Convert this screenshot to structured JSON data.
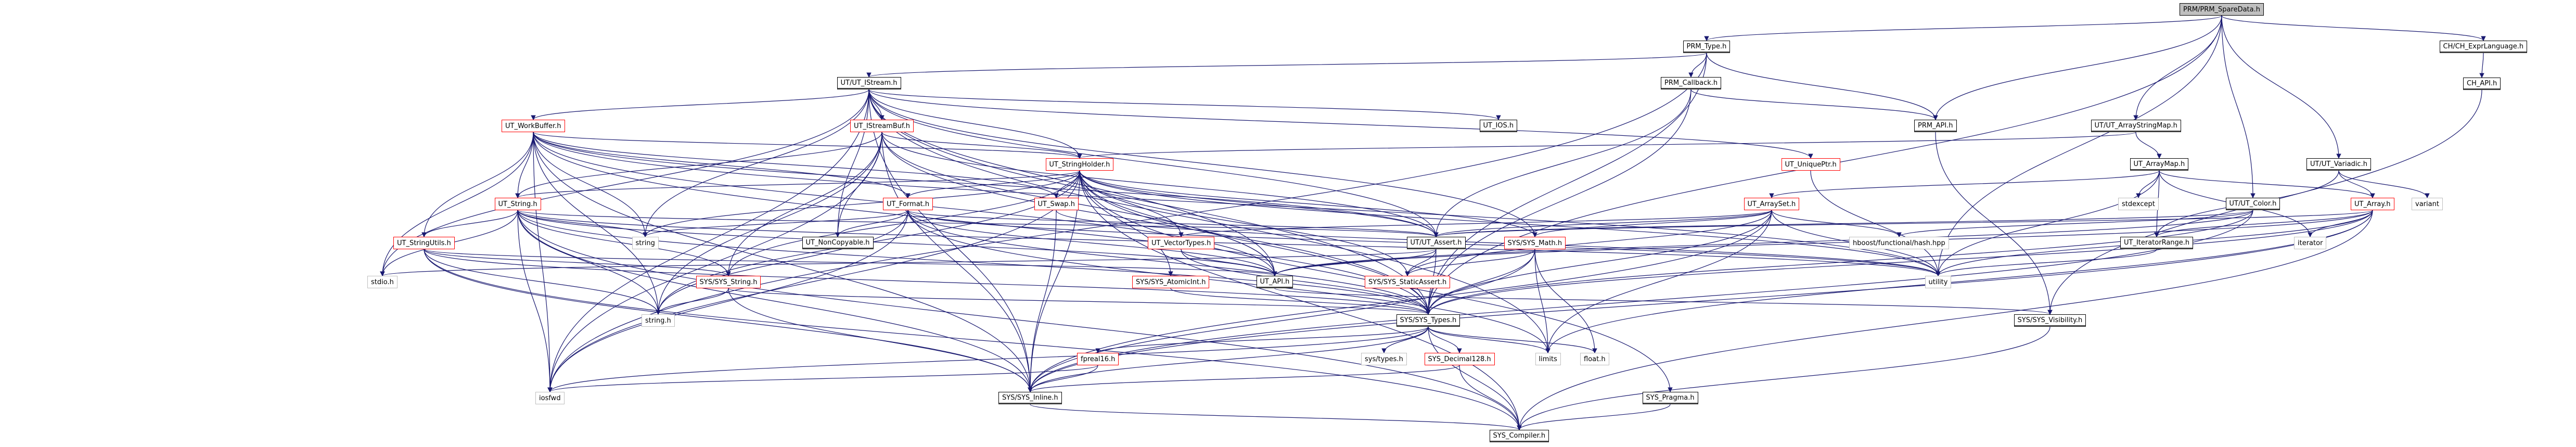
{
  "diagram": {
    "title": "PRM/PRM_SpareData.h include dependency graph",
    "edge_color": "#191970",
    "legend_colors": {
      "root_fill": "#bfbfbf",
      "truncated_border": "#ff0000",
      "system_border": "#bfbfbf",
      "normal_border": "#000000"
    },
    "nodes": [
      {
        "id": "spare",
        "label": "PRM/PRM_SpareData.h",
        "kind": "root"
      },
      {
        "id": "prmtype",
        "label": "PRM_Type.h",
        "kind": "normal"
      },
      {
        "id": "chexpr",
        "label": "CH/CH_ExprLanguage.h",
        "kind": "normal"
      },
      {
        "id": "chapi",
        "label": "CH_API.h",
        "kind": "normal"
      },
      {
        "id": "istream",
        "label": "UT/UT_IStream.h",
        "kind": "normal"
      },
      {
        "id": "prmcb",
        "label": "PRM_Callback.h",
        "kind": "normal"
      },
      {
        "id": "workbuf",
        "label": "UT_WorkBuffer.h",
        "kind": "trunc"
      },
      {
        "id": "istreambuf",
        "label": "UT_IStreamBuf.h",
        "kind": "trunc"
      },
      {
        "id": "utios",
        "label": "UT_IOS.h",
        "kind": "normal"
      },
      {
        "id": "prmapi",
        "label": "PRM_API.h",
        "kind": "normal"
      },
      {
        "id": "arrstrmap",
        "label": "UT/UT_ArrayStringMap.h",
        "kind": "normal"
      },
      {
        "id": "strholder",
        "label": "UT_StringHolder.h",
        "kind": "trunc"
      },
      {
        "id": "uniqueptr",
        "label": "UT_UniquePtr.h",
        "kind": "trunc"
      },
      {
        "id": "arraymap",
        "label": "UT_ArrayMap.h",
        "kind": "normal"
      },
      {
        "id": "variadic",
        "label": "UT/UT_Variadic.h",
        "kind": "normal"
      },
      {
        "id": "utstring",
        "label": "UT_String.h",
        "kind": "trunc"
      },
      {
        "id": "format",
        "label": "UT_Format.h",
        "kind": "trunc"
      },
      {
        "id": "swap",
        "label": "UT_Swap.h",
        "kind": "trunc"
      },
      {
        "id": "arrayset",
        "label": "UT_ArraySet.h",
        "kind": "trunc"
      },
      {
        "id": "stdexcept",
        "label": "stdexcept",
        "kind": "sys"
      },
      {
        "id": "color",
        "label": "UT/UT_Color.h",
        "kind": "normal"
      },
      {
        "id": "array",
        "label": "UT_Array.h",
        "kind": "trunc"
      },
      {
        "id": "variant",
        "label": "variant",
        "kind": "sys"
      },
      {
        "id": "strutils",
        "label": "UT_StringUtils.h",
        "kind": "trunc"
      },
      {
        "id": "string",
        "label": "string",
        "kind": "sys"
      },
      {
        "id": "noncopy",
        "label": "UT_NonCopyable.h",
        "kind": "normal"
      },
      {
        "id": "vectypes",
        "label": "UT_VectorTypes.h",
        "kind": "trunc"
      },
      {
        "id": "assert",
        "label": "UT/UT_Assert.h",
        "kind": "normal"
      },
      {
        "id": "sysmath",
        "label": "SYS/SYS_Math.h",
        "kind": "trunc"
      },
      {
        "id": "hash",
        "label": "hboost/functional/hash.hpp",
        "kind": "sys"
      },
      {
        "id": "iterrange",
        "label": "UT_IteratorRange.h",
        "kind": "normal"
      },
      {
        "id": "iterator",
        "label": "iterator",
        "kind": "sys"
      },
      {
        "id": "stdio",
        "label": "stdio.h",
        "kind": "sys"
      },
      {
        "id": "sysstring",
        "label": "SYS/SYS_String.h",
        "kind": "trunc"
      },
      {
        "id": "atomic",
        "label": "SYS/SYS_AtomicInt.h",
        "kind": "trunc"
      },
      {
        "id": "utapi",
        "label": "UT_API.h",
        "kind": "normal"
      },
      {
        "id": "staticassert",
        "label": "SYS/SYS_StaticAssert.h",
        "kind": "trunc"
      },
      {
        "id": "utility",
        "label": "utility",
        "kind": "sys"
      },
      {
        "id": "stringh",
        "label": "string.h",
        "kind": "sys"
      },
      {
        "id": "systypes",
        "label": "SYS/SYS_Types.h",
        "kind": "normal"
      },
      {
        "id": "visibility",
        "label": "SYS/SYS_Visibility.h",
        "kind": "normal"
      },
      {
        "id": "fpreal16",
        "label": "fpreal16.h",
        "kind": "trunc"
      },
      {
        "id": "systypesh",
        "label": "sys/types.h",
        "kind": "sys"
      },
      {
        "id": "decimal",
        "label": "SYS_Decimal128.h",
        "kind": "trunc"
      },
      {
        "id": "limits",
        "label": "limits",
        "kind": "sys"
      },
      {
        "id": "float",
        "label": "float.h",
        "kind": "sys"
      },
      {
        "id": "iosfwd",
        "label": "iosfwd",
        "kind": "sys"
      },
      {
        "id": "inline",
        "label": "SYS/SYS_Inline.h",
        "kind": "normal"
      },
      {
        "id": "pragma",
        "label": "SYS_Pragma.h",
        "kind": "normal"
      },
      {
        "id": "compiler",
        "label": "SYS_Compiler.h",
        "kind": "normal"
      }
    ],
    "edges": [
      [
        "spare",
        "prmtype"
      ],
      [
        "spare",
        "chexpr"
      ],
      [
        "spare",
        "prmapi"
      ],
      [
        "spare",
        "arrstrmap"
      ],
      [
        "spare",
        "variadic"
      ],
      [
        "spare",
        "color"
      ],
      [
        "spare",
        "utility"
      ],
      [
        "spare",
        "systypes"
      ],
      [
        "chexpr",
        "chapi"
      ],
      [
        "chapi",
        "visibility"
      ],
      [
        "prmtype",
        "istream"
      ],
      [
        "prmtype",
        "prmcb"
      ],
      [
        "prmtype",
        "prmapi"
      ],
      [
        "prmtype",
        "systypes"
      ],
      [
        "prmtype",
        "iosfwd"
      ],
      [
        "prmcb",
        "prmapi"
      ],
      [
        "prmcb",
        "assert"
      ],
      [
        "prmcb",
        "systypes"
      ],
      [
        "prmapi",
        "visibility"
      ],
      [
        "istream",
        "workbuf"
      ],
      [
        "istream",
        "istreambuf"
      ],
      [
        "istream",
        "utios"
      ],
      [
        "istream",
        "strholder"
      ],
      [
        "istream",
        "uniqueptr"
      ],
      [
        "istream",
        "noncopy"
      ],
      [
        "istream",
        "assert"
      ],
      [
        "istream",
        "sysmath"
      ],
      [
        "istream",
        "utapi"
      ],
      [
        "istream",
        "systypes"
      ],
      [
        "istream",
        "string"
      ],
      [
        "istream",
        "stdio"
      ],
      [
        "istream",
        "iosfwd"
      ],
      [
        "istream",
        "inline"
      ],
      [
        "istream",
        "limits"
      ],
      [
        "workbuf",
        "utstring"
      ],
      [
        "workbuf",
        "strholder"
      ],
      [
        "workbuf",
        "strutils"
      ],
      [
        "workbuf",
        "format"
      ],
      [
        "workbuf",
        "swap"
      ],
      [
        "workbuf",
        "assert"
      ],
      [
        "workbuf",
        "utapi"
      ],
      [
        "workbuf",
        "systypes"
      ],
      [
        "workbuf",
        "string"
      ],
      [
        "workbuf",
        "stdio"
      ],
      [
        "workbuf",
        "stringh"
      ],
      [
        "workbuf",
        "iosfwd"
      ],
      [
        "workbuf",
        "inline"
      ],
      [
        "workbuf",
        "utility"
      ],
      [
        "istreambuf",
        "strholder"
      ],
      [
        "istreambuf",
        "utstring"
      ],
      [
        "istreambuf",
        "noncopy"
      ],
      [
        "istreambuf",
        "assert"
      ],
      [
        "istreambuf",
        "utapi"
      ],
      [
        "istreambuf",
        "systypes"
      ],
      [
        "istreambuf",
        "stringh"
      ],
      [
        "istreambuf",
        "iosfwd"
      ],
      [
        "istreambuf",
        "inline"
      ],
      [
        "istreambuf",
        "sysstring"
      ],
      [
        "arrstrmap",
        "strholder"
      ],
      [
        "arrstrmap",
        "arraymap"
      ],
      [
        "strholder",
        "utstring"
      ],
      [
        "strholder",
        "format"
      ],
      [
        "strholder",
        "swap"
      ],
      [
        "strholder",
        "vectypes"
      ],
      [
        "strholder",
        "assert"
      ],
      [
        "strholder",
        "sysmath"
      ],
      [
        "strholder",
        "sysstring"
      ],
      [
        "strholder",
        "atomic"
      ],
      [
        "strholder",
        "utapi"
      ],
      [
        "strholder",
        "staticassert"
      ],
      [
        "strholder",
        "utility"
      ],
      [
        "strholder",
        "systypes"
      ],
      [
        "strholder",
        "string"
      ],
      [
        "strholder",
        "stringh"
      ],
      [
        "strholder",
        "iosfwd"
      ],
      [
        "strholder",
        "inline"
      ],
      [
        "strholder",
        "compiler"
      ],
      [
        "strholder",
        "pragma"
      ],
      [
        "uniqueptr",
        "utility"
      ],
      [
        "arraymap",
        "arrayset"
      ],
      [
        "arraymap",
        "stdexcept"
      ],
      [
        "arraymap",
        "iterrange"
      ],
      [
        "arraymap",
        "array"
      ],
      [
        "arraymap",
        "utility"
      ],
      [
        "arraymap",
        "iterator"
      ],
      [
        "variadic",
        "array"
      ],
      [
        "variadic",
        "variant"
      ],
      [
        "variadic",
        "iterrange"
      ],
      [
        "utstring",
        "strutils"
      ],
      [
        "utstring",
        "assert"
      ],
      [
        "utstring",
        "utapi"
      ],
      [
        "utstring",
        "sysstring"
      ],
      [
        "utstring",
        "systypes"
      ],
      [
        "utstring",
        "string"
      ],
      [
        "utstring",
        "stdio"
      ],
      [
        "utstring",
        "stringh"
      ],
      [
        "utstring",
        "iosfwd"
      ],
      [
        "utstring",
        "inline"
      ],
      [
        "utstring",
        "utility"
      ],
      [
        "utstring",
        "compiler"
      ],
      [
        "format",
        "noncopy"
      ],
      [
        "format",
        "utapi"
      ],
      [
        "format",
        "assert"
      ],
      [
        "format",
        "string"
      ],
      [
        "format",
        "systypes"
      ],
      [
        "format",
        "stringh"
      ],
      [
        "format",
        "iosfwd"
      ],
      [
        "format",
        "limits"
      ],
      [
        "format",
        "utility"
      ],
      [
        "swap",
        "utility"
      ],
      [
        "swap",
        "inline"
      ],
      [
        "arrayset",
        "assert"
      ],
      [
        "arrayset",
        "sysmath"
      ],
      [
        "arrayset",
        "hash"
      ],
      [
        "arrayset",
        "utility"
      ],
      [
        "arrayset",
        "systypes"
      ],
      [
        "arrayset",
        "limits"
      ],
      [
        "arrayset",
        "inline"
      ],
      [
        "arrayset",
        "vectypes"
      ],
      [
        "arrayset",
        "staticassert"
      ],
      [
        "color",
        "assert"
      ],
      [
        "color",
        "utapi"
      ],
      [
        "color",
        "systypes"
      ],
      [
        "color",
        "inline"
      ],
      [
        "color",
        "hash"
      ],
      [
        "array",
        "iterator"
      ],
      [
        "array",
        "utility"
      ],
      [
        "array",
        "assert"
      ],
      [
        "array",
        "utapi"
      ],
      [
        "array",
        "iterrange"
      ],
      [
        "array",
        "systypes"
      ],
      [
        "array",
        "inline"
      ],
      [
        "array",
        "limits"
      ],
      [
        "array",
        "compiler"
      ],
      [
        "strutils",
        "sysstring"
      ],
      [
        "strutils",
        "utapi"
      ],
      [
        "strutils",
        "systypes"
      ],
      [
        "strutils",
        "stringh"
      ],
      [
        "strutils",
        "inline"
      ],
      [
        "strutils",
        "compiler"
      ],
      [
        "vectypes",
        "utapi"
      ],
      [
        "vectypes",
        "systypes"
      ],
      [
        "assert",
        "utapi"
      ],
      [
        "assert",
        "staticassert"
      ],
      [
        "assert",
        "systypes"
      ],
      [
        "assert",
        "stdio"
      ],
      [
        "sysmath",
        "systypes"
      ],
      [
        "sysmath",
        "staticassert"
      ],
      [
        "sysmath",
        "limits"
      ],
      [
        "sysmath",
        "float"
      ],
      [
        "sysmath",
        "inline"
      ],
      [
        "iterrange",
        "utility"
      ],
      [
        "sysstring",
        "systypes"
      ],
      [
        "sysstring",
        "inline"
      ],
      [
        "sysstring",
        "stringh"
      ],
      [
        "atomic",
        "systypes"
      ],
      [
        "utapi",
        "visibility"
      ],
      [
        "systypes",
        "fpreal16"
      ],
      [
        "systypes",
        "systypesh"
      ],
      [
        "systypes",
        "decimal"
      ],
      [
        "systypes",
        "limits"
      ],
      [
        "systypes",
        "float"
      ],
      [
        "systypes",
        "inline"
      ],
      [
        "systypes",
        "compiler"
      ],
      [
        "systypes",
        "iosfwd"
      ],
      [
        "fpreal16",
        "inline"
      ],
      [
        "fpreal16",
        "iosfwd"
      ],
      [
        "decimal",
        "compiler"
      ],
      [
        "decimal",
        "inline"
      ],
      [
        "inline",
        "compiler"
      ],
      [
        "pragma",
        "compiler"
      ],
      [
        "visibility",
        "compiler"
      ]
    ]
  }
}
